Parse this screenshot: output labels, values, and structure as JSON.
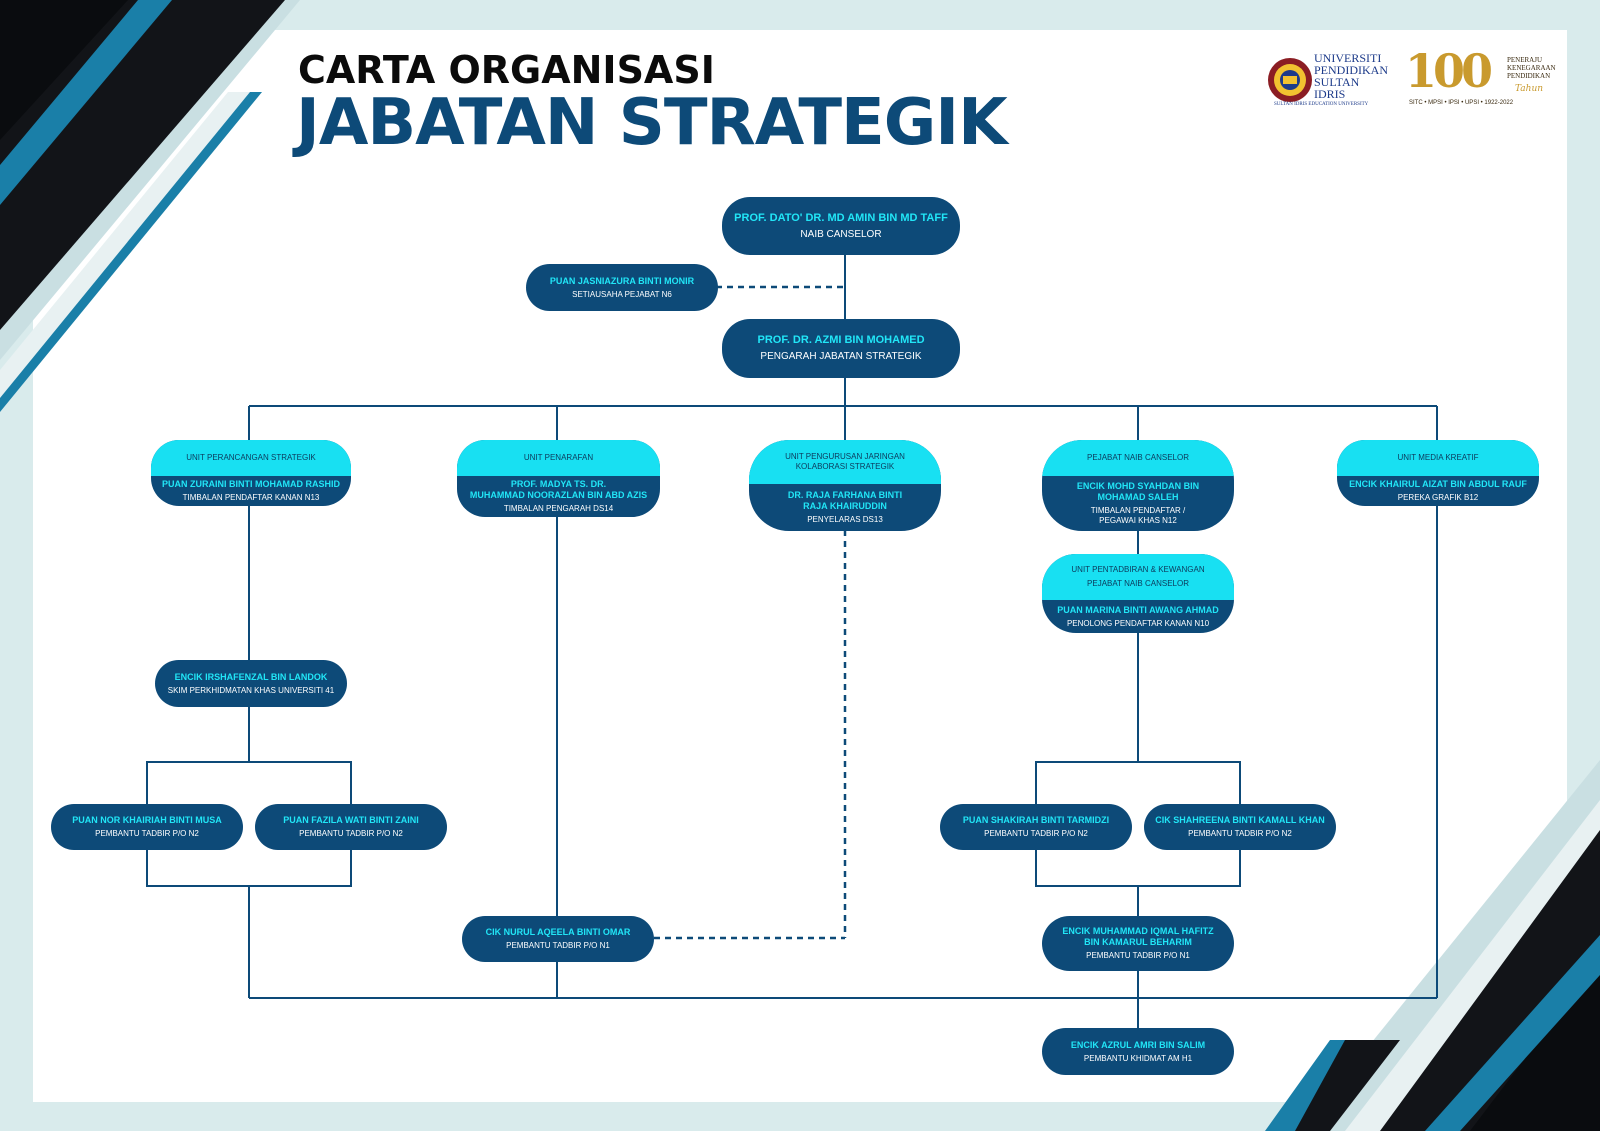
{
  "header": {
    "title_line1": "CARTA ORGANISASI",
    "title_line2": "JABATAN STRATEGIK"
  },
  "logos": {
    "upsi_lines": [
      "UNIVERSITI",
      "PENDIDIKAN",
      "SULTAN IDRIS"
    ],
    "upsi_tagline": "SULTAN IDRIS EDUCATION UNIVERSITY",
    "centenary_number": "100",
    "centenary_tahun": "Tahun",
    "centenary_text": [
      "PENERAJU",
      "KENEGARAAN",
      "PENDIDIKAN"
    ],
    "centenary_bottom": "SITC • MPSI • IPSI • UPSI • 1922-2022"
  },
  "colors": {
    "navy": "#0d4a78",
    "cyan": "#18e0f2",
    "name_text": "#21e6f7",
    "line": "#0d4a78"
  },
  "nodes": {
    "naib_canselor": {
      "name": "PROF. DATO' DR. MD AMIN BIN MD TAFF",
      "position": "NAIB CANSELOR"
    },
    "setiausaha": {
      "name": "PUAN JASNIAZURA BINTI MONIR",
      "position": "SETIAUSAHA PEJABAT N6"
    },
    "pengarah": {
      "name": "PROF. DR. AZMI BIN MOHAMED",
      "position": "PENGARAH JABATAN STRATEGIK"
    },
    "unit_perancangan": {
      "unit": "UNIT PERANCANGAN STRATEGIK",
      "name": "PUAN ZURAINI BINTI MOHAMAD RASHID",
      "position": "TIMBALAN PENDAFTAR KANAN N13"
    },
    "unit_penarafan": {
      "unit": "UNIT PENARAFAN",
      "name_lines": [
        "PROF. MADYA TS. DR.",
        "MUHAMMAD NOORAZLAN BIN ABD AZIS"
      ],
      "position": "TIMBALAN PENGARAH DS14"
    },
    "unit_jaringan": {
      "unit_lines": [
        "UNIT PENGURUSAN JARINGAN",
        "KOLABORASI STRATEGIK"
      ],
      "name_lines": [
        "DR. RAJA FARHANA BINTI",
        "RAJA KHAIRUDDIN"
      ],
      "position": "PENYELARAS DS13"
    },
    "pejabat_nc": {
      "unit": "PEJABAT NAIB CANSELOR",
      "name_lines": [
        "ENCIK MOHD SYAHDAN BIN",
        "MOHAMAD SALEH"
      ],
      "position_lines": [
        "TIMBALAN PENDAFTAR /",
        "PEGAWAI KHAS N12"
      ]
    },
    "unit_media": {
      "unit": "UNIT MEDIA KREATIF",
      "name": "ENCIK KHAIRUL AIZAT BIN ABDUL RAUF",
      "position": "PEREKA GRAFIK B12"
    },
    "unit_pentadbiran": {
      "unit_lines": [
        "UNIT PENTADBIRAN & KEWANGAN",
        "PEJABAT NAIB CANSELOR"
      ],
      "name": "PUAN MARINA BINTI AWANG AHMAD",
      "position": "PENOLONG PENDAFTAR KANAN N10"
    },
    "irshafenzal": {
      "name": "ENCIK IRSHAFENZAL BIN LANDOK",
      "position": "SKIM PERKHIDMATAN KHAS UNIVERSITI 41"
    },
    "nor_khairiah": {
      "name": "PUAN NOR KHAIRIAH BINTI MUSA",
      "position": "PEMBANTU TADBIR P/O N2"
    },
    "fazila": {
      "name": "PUAN FAZILA WATI BINTI ZAINI",
      "position": "PEMBANTU TADBIR P/O N2"
    },
    "nurul_aqeela": {
      "name": "CIK NURUL AQEELA BINTI OMAR",
      "position": "PEMBANTU TADBIR P/O N1"
    },
    "shakirah": {
      "name": "PUAN SHAKIRAH BINTI TARMIDZI",
      "position": "PEMBANTU TADBIR P/O N2"
    },
    "shahreena": {
      "name": "CIK SHAHREENA BINTI KAMALL KHAN",
      "position": "PEMBANTU TADBIR P/O N2"
    },
    "iqmal": {
      "name_lines": [
        "ENCIK MUHAMMAD IQMAL HAFITZ",
        "BIN KAMARUL BEHARIM"
      ],
      "position": "PEMBANTU TADBIR P/O N1"
    },
    "azrul": {
      "name": "ENCIK AZRUL AMRI BIN SALIM",
      "position": "PEMBANTU KHIDMAT AM H1"
    }
  }
}
